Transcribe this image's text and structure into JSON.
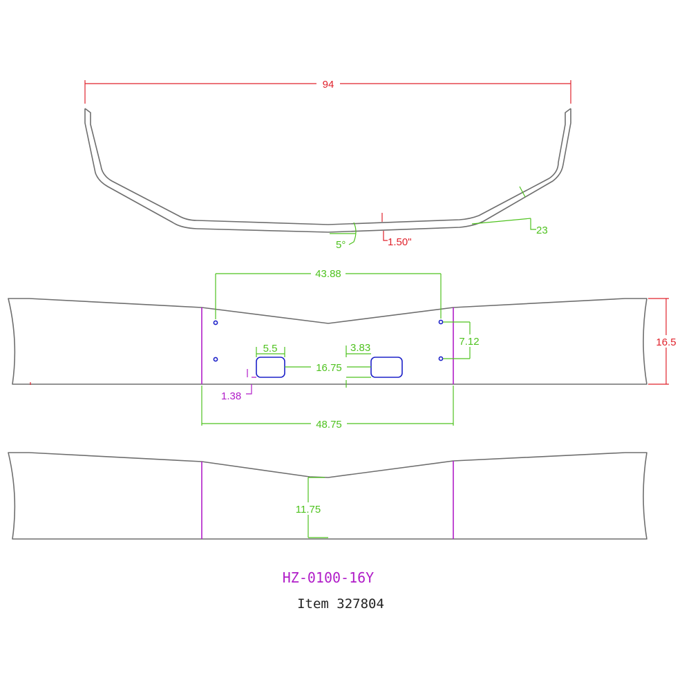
{
  "top_view": {
    "overall_width": "94",
    "angle_small": "5°",
    "center_offset": "1.50\"",
    "angle_end": "23"
  },
  "front_view": {
    "hole_spacing_top": "43.88",
    "height": "16.5",
    "hole_spacing_vertical": "7.12",
    "slot_width": "5.5",
    "slot_height_label": "3.83",
    "slot_spacing": "16.75",
    "slot_offset": "1.38",
    "bend_spacing": "48.75"
  },
  "back_view": {
    "center_height": "11.75"
  },
  "part_number": "HZ-0100-16Y",
  "item_label": "Item 327804",
  "colors": {
    "outline": "#6e6e6e",
    "dimension_red": "#e0202a",
    "dimension_green": "#4ec21e",
    "bend_line_magenta": "#b01cc8",
    "hole_blue": "#1c20c8"
  }
}
